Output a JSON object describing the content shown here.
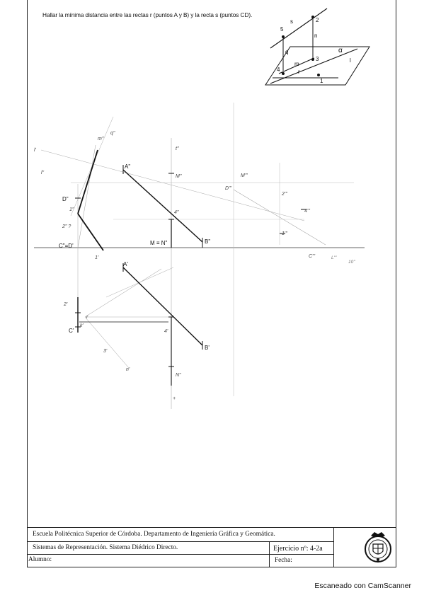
{
  "instruction": "Hallar la mínima distancia entre las rectas r (puntos A y B) y la recta s (puntos CD).",
  "inset": {
    "plane": "α",
    "labels": {
      "p5": "5",
      "s": "s",
      "p2": "2",
      "n": "n",
      "q": "q",
      "m": "m",
      "p3": "3",
      "p4": "4",
      "r": "r",
      "p1": "1",
      "l": "l"
    }
  },
  "labels": {
    "A2": "A\"",
    "B2": "B\"",
    "C2D2": "C\"=D'",
    "D2": "D\"",
    "M2N2": "M ≡ N\"",
    "A1": "A'",
    "B1": "B'",
    "C1": "C'",
    "M2": "M\"",
    "N1": "N\"",
    "one2": "1\"",
    "two2": "2\" ?",
    "four2": "4\"",
    "one1": "1'",
    "two1": "2'",
    "four1": "4'",
    "three1": "3'",
    "n1": "n'",
    "r1": "r",
    "l1": "l\"",
    "l2": "l'",
    "t2": "t\"",
    "m2": "m\"",
    "a1": "q\"",
    "D3": "D'''",
    "M3": "M'''",
    "two3": "2'''",
    "one3": "1'''",
    "four3": "4'''",
    "C3": "C'''",
    "ten": "10\"",
    "l3": "L'''",
    "one_b": "1'",
    "k1": "k'",
    "u1": "u'",
    "q1": "1'",
    "n_low": "+"
  },
  "titleblock": {
    "institution": "Escuela Politécnica Superior de Córdoba. Departamento de Ingeniería Gráfica y Geomática.",
    "subject": "Sistemas de Representación. Sistema Diédrico Directo.",
    "exercise": "Ejercicio nº: 4-2a",
    "student_label": "Alumno:",
    "date_label": "Fecha:"
  },
  "footer": "Escaneado con CamScanner"
}
